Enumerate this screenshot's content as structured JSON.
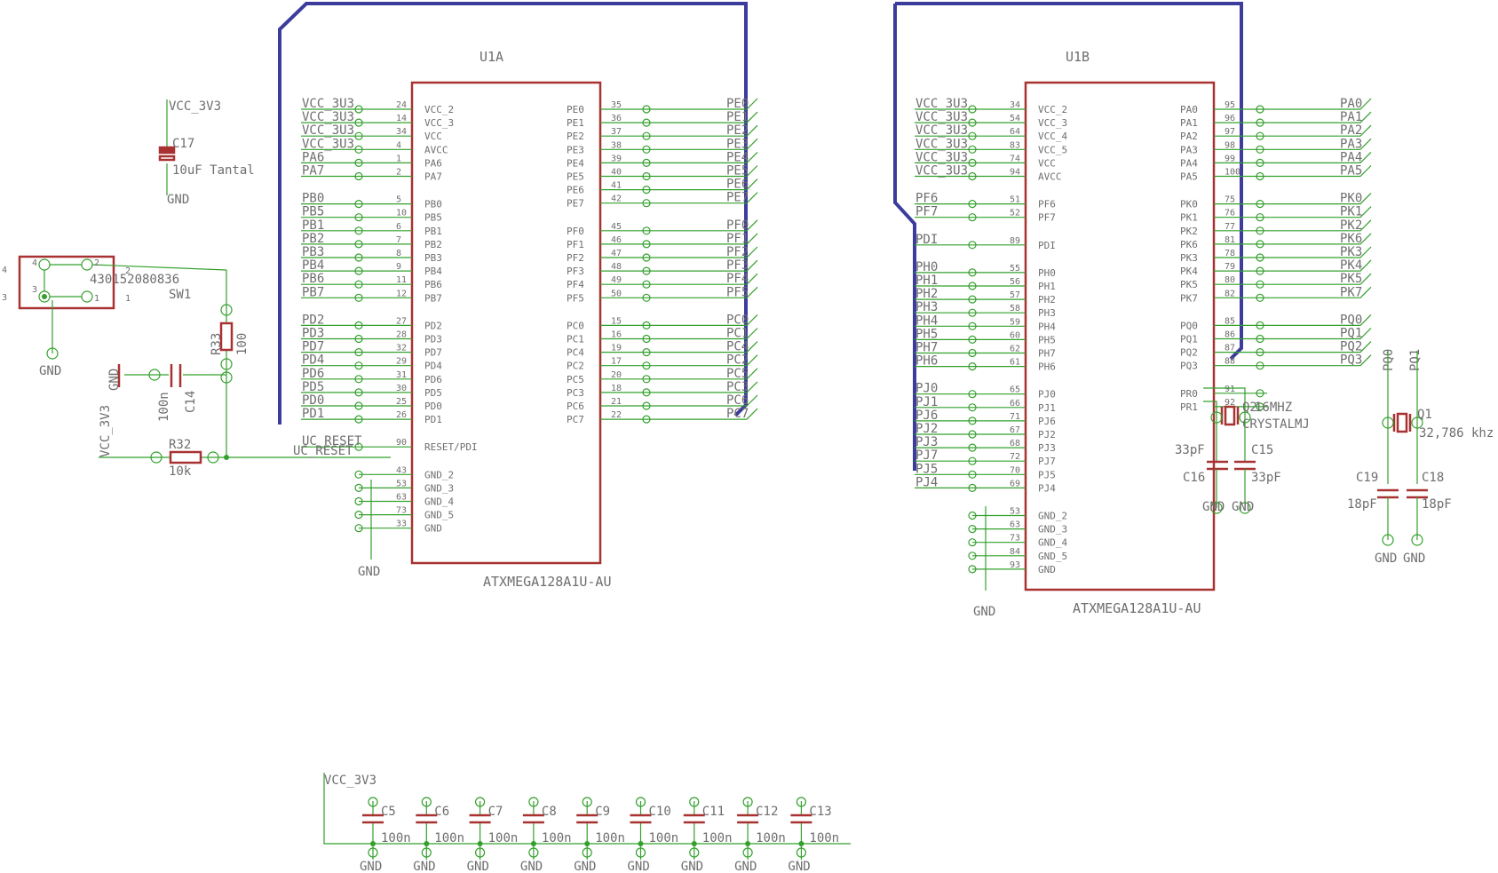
{
  "colors": {
    "wire": "#33a02c",
    "bus": "#3c3c9c",
    "component": "#a83232",
    "text": "#6e6e6e"
  },
  "u1a": {
    "name": "U1A",
    "part": "ATXMEGA128A1U-AU",
    "left_pins": [
      {
        "net": "VCC_3U3",
        "num": "24",
        "name": "VCC_2"
      },
      {
        "net": "VCC_3U3",
        "num": "14",
        "name": "VCC_3"
      },
      {
        "net": "VCC_3U3",
        "num": "34",
        "name": "VCC"
      },
      {
        "net": "VCC_3U3",
        "num": "4",
        "name": "AVCC"
      },
      {
        "net": "PA6",
        "num": "1",
        "name": "PA6"
      },
      {
        "net": "PA7",
        "num": "2",
        "name": "PA7"
      },
      {
        "gap": true
      },
      {
        "net": "PB0",
        "num": "5",
        "name": "PB0"
      },
      {
        "net": "PB5",
        "num": "10",
        "name": "PB5"
      },
      {
        "net": "PB1",
        "num": "6",
        "name": "PB1"
      },
      {
        "net": "PB2",
        "num": "7",
        "name": "PB2"
      },
      {
        "net": "PB3",
        "num": "8",
        "name": "PB3"
      },
      {
        "net": "PB4",
        "num": "9",
        "name": "PB4"
      },
      {
        "net": "PB6",
        "num": "11",
        "name": "PB6"
      },
      {
        "net": "PB7",
        "num": "12",
        "name": "PB7"
      },
      {
        "gap": true
      },
      {
        "net": "PD2",
        "num": "27",
        "name": "PD2"
      },
      {
        "net": "PD3",
        "num": "28",
        "name": "PD3"
      },
      {
        "net": "PD7",
        "num": "32",
        "name": "PD7"
      },
      {
        "net": "PD4",
        "num": "29",
        "name": "PD4"
      },
      {
        "net": "PD6",
        "num": "31",
        "name": "PD6"
      },
      {
        "net": "PD5",
        "num": "30",
        "name": "PD5"
      },
      {
        "net": "PD0",
        "num": "25",
        "name": "PD0"
      },
      {
        "net": "PD1",
        "num": "26",
        "name": "PD1"
      },
      {
        "gap": true
      },
      {
        "net": "UC_RESET",
        "num": "90",
        "name": "RESET/PDI"
      },
      {
        "gap": true
      },
      {
        "net": "",
        "num": "43",
        "name": "GND_2"
      },
      {
        "net": "",
        "num": "53",
        "name": "GND_3"
      },
      {
        "net": "",
        "num": "63",
        "name": "GND_4"
      },
      {
        "net": "",
        "num": "73",
        "name": "GND_5"
      },
      {
        "net": "",
        "num": "33",
        "name": "GND"
      }
    ],
    "right_pins": [
      {
        "net": "PE0",
        "num": "35",
        "name": "PE0"
      },
      {
        "net": "PE1",
        "num": "36",
        "name": "PE1"
      },
      {
        "net": "PE2",
        "num": "37",
        "name": "PE2"
      },
      {
        "net": "PE3",
        "num": "38",
        "name": "PE3"
      },
      {
        "net": "PE4",
        "num": "39",
        "name": "PE4"
      },
      {
        "net": "PE5",
        "num": "40",
        "name": "PE5"
      },
      {
        "net": "PE6",
        "num": "41",
        "name": "PE6"
      },
      {
        "net": "PE7",
        "num": "42",
        "name": "PE7"
      },
      {
        "gap": true
      },
      {
        "net": "PF0",
        "num": "45",
        "name": "PF0"
      },
      {
        "net": "PF1",
        "num": "46",
        "name": "PF1"
      },
      {
        "net": "PF2",
        "num": "47",
        "name": "PF2"
      },
      {
        "net": "PF3",
        "num": "48",
        "name": "PF3"
      },
      {
        "net": "PF4",
        "num": "49",
        "name": "PF4"
      },
      {
        "net": "PF5",
        "num": "50",
        "name": "PF5"
      },
      {
        "gap": true
      },
      {
        "net": "PC0",
        "num": "15",
        "name": "PC0"
      },
      {
        "net": "PC1",
        "num": "16",
        "name": "PC1"
      },
      {
        "net": "PC4",
        "num": "19",
        "name": "PC4"
      },
      {
        "net": "PC2",
        "num": "17",
        "name": "PC2"
      },
      {
        "net": "PC5",
        "num": "20",
        "name": "PC5"
      },
      {
        "net": "PC3",
        "num": "18",
        "name": "PC3"
      },
      {
        "net": "PC6",
        "num": "21",
        "name": "PC6"
      },
      {
        "net": "PC7",
        "num": "22",
        "name": "PC7"
      }
    ],
    "gnd_label": "GND"
  },
  "u1b": {
    "name": "U1B",
    "part": "ATXMEGA128A1U-AU",
    "left_pins": [
      {
        "net": "VCC_3U3",
        "num": "34",
        "name": "VCC_2"
      },
      {
        "net": "VCC_3U3",
        "num": "54",
        "name": "VCC_3"
      },
      {
        "net": "VCC_3U3",
        "num": "64",
        "name": "VCC_4"
      },
      {
        "net": "VCC_3U3",
        "num": "83",
        "name": "VCC_5"
      },
      {
        "net": "VCC_3U3",
        "num": "74",
        "name": "VCC"
      },
      {
        "net": "VCC_3U3",
        "num": "94",
        "name": "AVCC"
      },
      {
        "gap": true
      },
      {
        "net": "PF6",
        "num": "51",
        "name": "PF6"
      },
      {
        "net": "PF7",
        "num": "52",
        "name": "PF7"
      },
      {
        "gap": true
      },
      {
        "net": "PDI",
        "num": "89",
        "name": "PDI"
      },
      {
        "gap": true
      },
      {
        "net": "PH0",
        "num": "55",
        "name": "PH0"
      },
      {
        "net": "PH1",
        "num": "56",
        "name": "PH1"
      },
      {
        "net": "PH2",
        "num": "57",
        "name": "PH2"
      },
      {
        "net": "PH3",
        "num": "58",
        "name": "PH3"
      },
      {
        "net": "PH4",
        "num": "59",
        "name": "PH4"
      },
      {
        "net": "PH5",
        "num": "60",
        "name": "PH5"
      },
      {
        "net": "PH7",
        "num": "62",
        "name": "PH7"
      },
      {
        "net": "PH6",
        "num": "61",
        "name": "PH6"
      },
      {
        "gap": true
      },
      {
        "net": "PJ0",
        "num": "65",
        "name": "PJ0"
      },
      {
        "net": "PJ1",
        "num": "66",
        "name": "PJ1"
      },
      {
        "net": "PJ6",
        "num": "71",
        "name": "PJ6"
      },
      {
        "net": "PJ2",
        "num": "67",
        "name": "PJ2"
      },
      {
        "net": "PJ3",
        "num": "68",
        "name": "PJ3"
      },
      {
        "net": "PJ7",
        "num": "72",
        "name": "PJ7"
      },
      {
        "net": "PJ5",
        "num": "70",
        "name": "PJ5"
      },
      {
        "net": "PJ4",
        "num": "69",
        "name": "PJ4"
      },
      {
        "gap": true
      },
      {
        "net": "",
        "num": "53",
        "name": "GND_2"
      },
      {
        "net": "",
        "num": "63",
        "name": "GND_3"
      },
      {
        "net": "",
        "num": "73",
        "name": "GND_4"
      },
      {
        "net": "",
        "num": "84",
        "name": "GND_5"
      },
      {
        "net": "",
        "num": "93",
        "name": "GND"
      }
    ],
    "right_pins": [
      {
        "net": "PA0",
        "num": "95",
        "name": "PA0"
      },
      {
        "net": "PA1",
        "num": "96",
        "name": "PA1"
      },
      {
        "net": "PA2",
        "num": "97",
        "name": "PA2"
      },
      {
        "net": "PA3",
        "num": "98",
        "name": "PA3"
      },
      {
        "net": "PA4",
        "num": "99",
        "name": "PA4"
      },
      {
        "net": "PA5",
        "num": "100",
        "name": "PA5"
      },
      {
        "gap": true
      },
      {
        "net": "PK0",
        "num": "75",
        "name": "PK0"
      },
      {
        "net": "PK1",
        "num": "76",
        "name": "PK1"
      },
      {
        "net": "PK2",
        "num": "77",
        "name": "PK2"
      },
      {
        "net": "PK6",
        "num": "81",
        "name": "PK6"
      },
      {
        "net": "PK3",
        "num": "78",
        "name": "PK3"
      },
      {
        "net": "PK4",
        "num": "79",
        "name": "PK4"
      },
      {
        "net": "PK5",
        "num": "80",
        "name": "PK5"
      },
      {
        "net": "PK7",
        "num": "82",
        "name": "PK7"
      },
      {
        "gap": true
      },
      {
        "net": "PQ0",
        "num": "85",
        "name": "PQ0"
      },
      {
        "net": "PQ1",
        "num": "86",
        "name": "PQ1"
      },
      {
        "net": "PQ2",
        "num": "87",
        "name": "PQ2"
      },
      {
        "net": "PQ3",
        "num": "88",
        "name": "PQ3"
      },
      {
        "gap": true
      },
      {
        "net": "",
        "num": "91",
        "name": "PR0"
      },
      {
        "net": "",
        "num": "92",
        "name": "PR1"
      }
    ],
    "gnd_label": "GND"
  },
  "c17": {
    "net": "VCC_3V3",
    "name": "C17",
    "value": "10uF Tantal",
    "gnd": "GND"
  },
  "sw1": {
    "part": "430152080836",
    "name": "SW1",
    "pins": [
      "4",
      "3",
      "2",
      "1"
    ],
    "inner": [
      "4",
      "2",
      "3",
      "1"
    ],
    "gnd": "GND"
  },
  "r33": {
    "name": "R33",
    "value": "100"
  },
  "c14": {
    "name": "C14",
    "value": "100n",
    "gnd": "GND"
  },
  "r32": {
    "name": "R32",
    "value": "10k",
    "net": "VCC_3V3",
    "reset": "UC_RESET"
  },
  "q2": {
    "name": "Q2",
    "value": "16MHZ",
    "type": "CRYSTALMJ"
  },
  "c15": {
    "name": "C15",
    "value": "33pF",
    "gnd": "GND"
  },
  "c16": {
    "name": "C16",
    "value": "33pF",
    "gnd": "GND"
  },
  "q1": {
    "name": "Q1",
    "value": "32,786 khz",
    "net_left": "PQ0",
    "net_right": "PQ1"
  },
  "c19": {
    "name": "C19",
    "value": "18pF",
    "gnd": "GND"
  },
  "c18": {
    "name": "C18",
    "value": "18pF",
    "gnd": "GND"
  },
  "decoupling": {
    "net": "VCC_3V3",
    "caps": [
      {
        "name": "C5",
        "value": "100n",
        "gnd": "GND"
      },
      {
        "name": "C6",
        "value": "100n",
        "gnd": "GND"
      },
      {
        "name": "C7",
        "value": "100n",
        "gnd": "GND"
      },
      {
        "name": "C8",
        "value": "100n",
        "gnd": "GND"
      },
      {
        "name": "C9",
        "value": "100n",
        "gnd": "GND"
      },
      {
        "name": "C10",
        "value": "100n",
        "gnd": "GND"
      },
      {
        "name": "C11",
        "value": "100n",
        "gnd": "GND"
      },
      {
        "name": "C12",
        "value": "100n",
        "gnd": "GND"
      },
      {
        "name": "C13",
        "value": "100n",
        "gnd": "GND"
      }
    ]
  }
}
